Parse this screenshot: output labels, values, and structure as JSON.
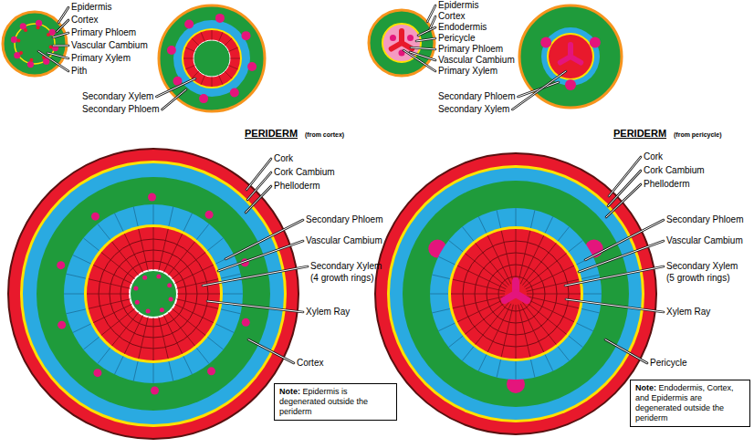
{
  "diagram": {
    "nodes": [
      {
        "text": [
          "Note:",
          "Epidermis is degenerated outside the periderm"
        ]
      },
      {
        "text": [
          "Note:",
          "Endodermis, Cortex, and Epidermis are degenerated outside the periderm"
        ]
      }
    ],
    "labels": [
      "Epidermis",
      "Cortex",
      "Primary Phloem",
      "Vascular Cambium",
      "Primary Xylem",
      "Pith",
      "Secondary Xylem",
      "Secondary Phloem",
      "Epidermis",
      "Cortex",
      "Endodermis",
      "Pericycle",
      "Primary Phloem",
      "Vascular Cambium",
      "Primary Xylem",
      "Secondary Phloem",
      "Secondary Xylem",
      "PERIDERM",
      "(from cortex)",
      "Cork",
      "Cork Cambium",
      "Phelloderm",
      "Secondary Phloem",
      "Vascular Cambium",
      "Secondary Xylem",
      "(4 growth rings)",
      "Xylem Ray",
      "Cortex",
      "PERIDERM",
      "(from pericycle)",
      "Cork",
      "Cork Cambium",
      "Phelloderm",
      "Secondary Phloem",
      "Vascular Cambium",
      "Secondary Xylem",
      "(5 growth rings)",
      "Xylem Ray",
      "Pericycle"
    ]
  }
}
